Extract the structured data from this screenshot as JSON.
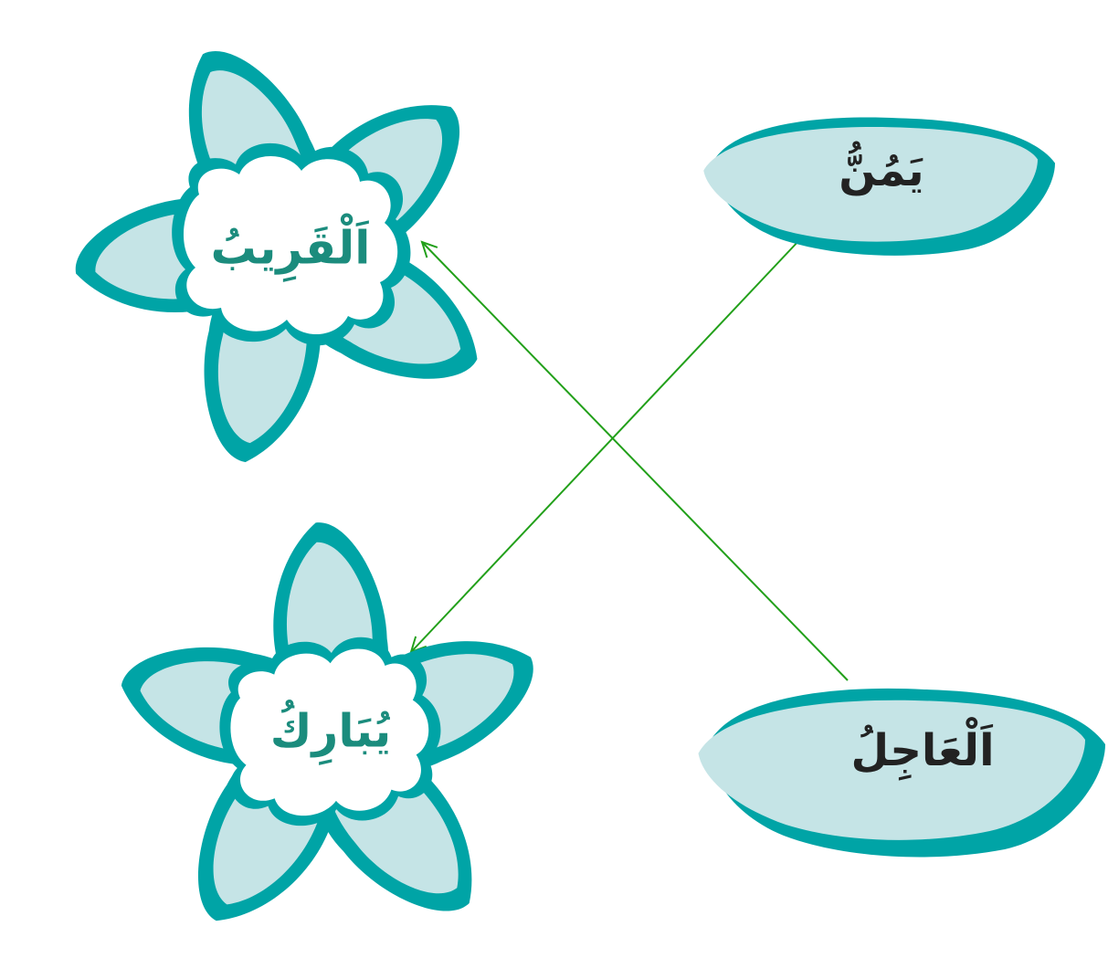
{
  "colors": {
    "petal_dark": "#00A4A6",
    "petal_light": "#C5E4E6",
    "center_fill": "#FFFFFF",
    "flower_text": "#1B8C7D",
    "leaf_text": "#222222",
    "arrow": "#22A01A"
  },
  "flowers": [
    {
      "id": "top-flower",
      "word": "اَلْقَرِيبُ"
    },
    {
      "id": "bottom-flower",
      "word": "يُبَارِكُ"
    }
  ],
  "leaves": [
    {
      "id": "top-leaf",
      "word": "يَمُنُّ"
    },
    {
      "id": "bottom-leaf",
      "word": "اَلْعَاجِلُ"
    }
  ],
  "connections": [
    {
      "from": "top-leaf",
      "to": "bottom-flower"
    },
    {
      "from": "bottom-leaf",
      "to": "top-flower"
    }
  ]
}
